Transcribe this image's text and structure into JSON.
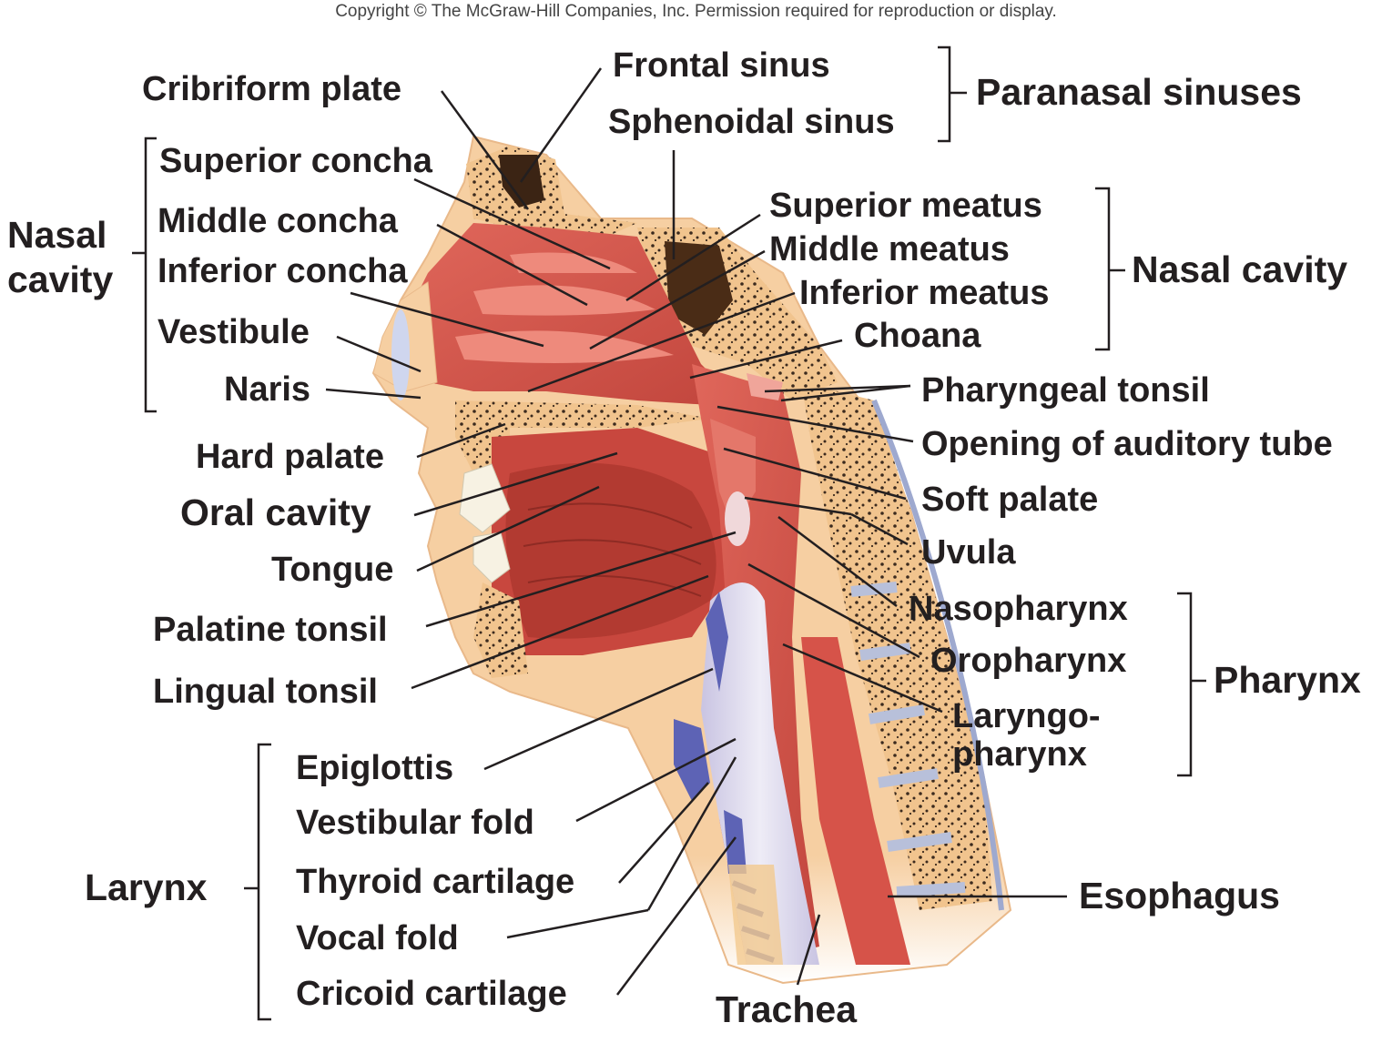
{
  "copyright": "Copyright © The McGraw-Hill Companies, Inc. Permission required for reproduction or display.",
  "labels": {
    "cribriform_plate": "Cribriform plate",
    "frontal_sinus": "Frontal sinus",
    "sphenoidal_sinus": "Sphenoidal sinus",
    "paranasal_sinuses": "Paranasal sinuses",
    "nasal_cavity_left_1": "Nasal",
    "nasal_cavity_left_2": "cavity",
    "superior_concha": "Superior concha",
    "middle_concha": "Middle concha",
    "inferior_concha": "Inferior concha",
    "vestibule": "Vestibule",
    "naris": "Naris",
    "superior_meatus": "Superior meatus",
    "middle_meatus": "Middle meatus",
    "inferior_meatus": "Inferior meatus",
    "nasal_cavity_right": "Nasal cavity",
    "choana": "Choana",
    "pharyngeal_tonsil": "Pharyngeal tonsil",
    "opening_auditory_tube": "Opening of auditory tube",
    "hard_palate": "Hard palate",
    "oral_cavity": "Oral cavity",
    "tongue": "Tongue",
    "palatine_tonsil": "Palatine tonsil",
    "lingual_tonsil": "Lingual tonsil",
    "soft_palate": "Soft palate",
    "uvula": "Uvula",
    "nasopharynx": "Nasopharynx",
    "oropharynx": "Oropharynx",
    "laryngopharynx_1": "Laryngo-",
    "laryngopharynx_2": "pharynx",
    "pharynx": "Pharynx",
    "epiglottis": "Epiglottis",
    "vestibular_fold": "Vestibular fold",
    "thyroid_cartilage": "Thyroid cartilage",
    "vocal_fold": "Vocal fold",
    "cricoid_cartilage": "Cricoid cartilage",
    "larynx": "Larynx",
    "esophagus": "Esophagus",
    "trachea": "Trachea"
  },
  "colors": {
    "tissue_red": "#d9534a",
    "tissue_dark": "#b83a33",
    "bone_tan": "#f1c48e",
    "bone_dots": "#3b2a1e",
    "skin": "#f6cfa2",
    "cartilage": "#d8d4ea",
    "cartilage_blue": "#5d63b5",
    "sinus_dark": "#3b2414",
    "line": "#231f20"
  }
}
